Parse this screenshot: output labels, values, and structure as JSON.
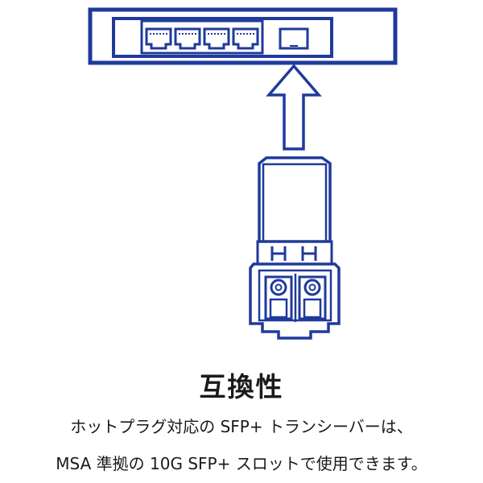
{
  "title": "互換性",
  "description_lines": [
    "ホットプラグ対応の SFP+ トランシーバーは、",
    "MSA 準拠の 10G SFP+ スロットで使用できます。"
  ],
  "colors": {
    "outline": "#1f3a9b",
    "text": "#1a1a1a",
    "background": "#ffffff"
  },
  "icons": [
    "network-switch-icon",
    "rj45-port-icon",
    "sfp-slot-icon",
    "insert-arrow-icon",
    "sfp-transceiver-icon"
  ]
}
